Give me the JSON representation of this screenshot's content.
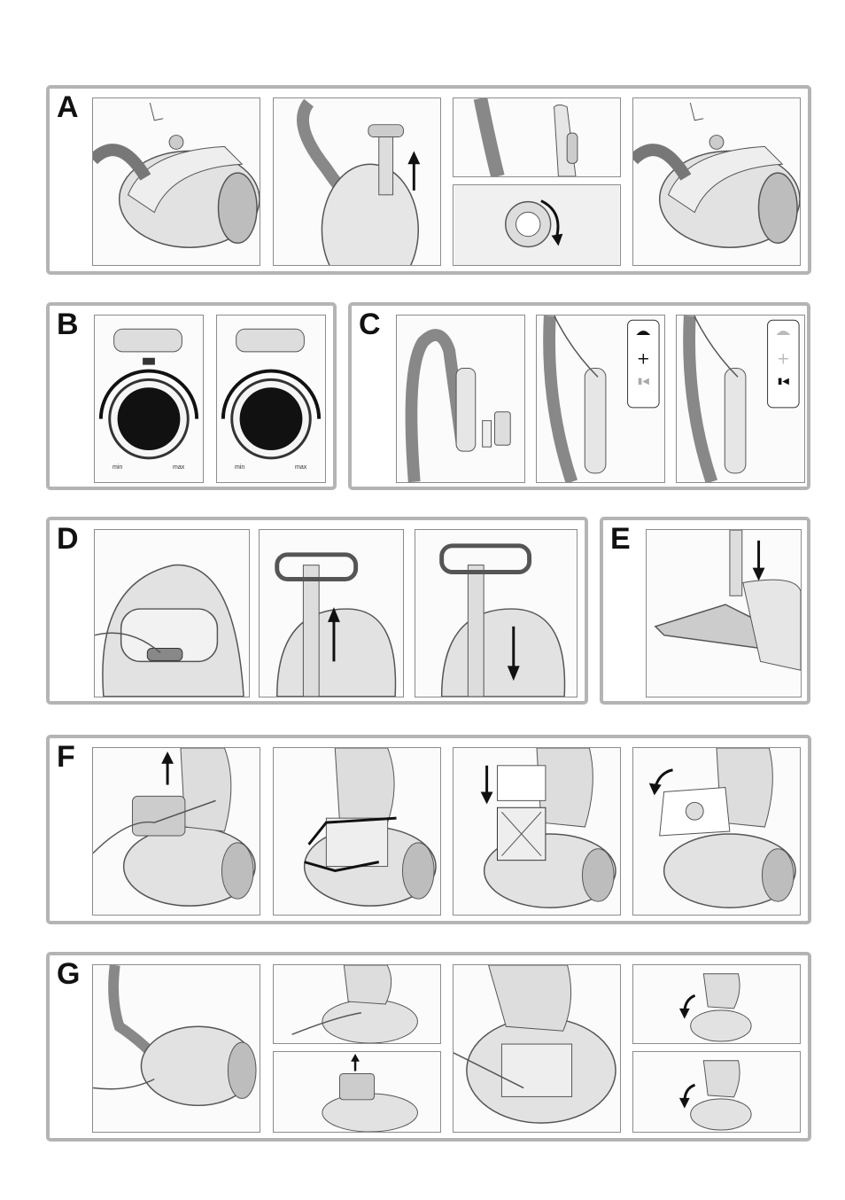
{
  "sections": {
    "a": {
      "letter": "A"
    },
    "b": {
      "letter": "B",
      "dial_min": "min",
      "dial_max": "max"
    },
    "c": {
      "letter": "C"
    },
    "d": {
      "letter": "D"
    },
    "e": {
      "letter": "E"
    },
    "f": {
      "letter": "F"
    },
    "g": {
      "letter": "G"
    }
  },
  "colors": {
    "frame": "#b4b4b4",
    "line": "#555555",
    "fill": "#dcdcdc",
    "dark": "#111111"
  },
  "icons": [
    "arrow-up-icon",
    "arrow-down-icon",
    "rotate-arrow-icon",
    "plus-icon",
    "skip-back-icon",
    "leaf-icon",
    "power-dial-icon"
  ]
}
